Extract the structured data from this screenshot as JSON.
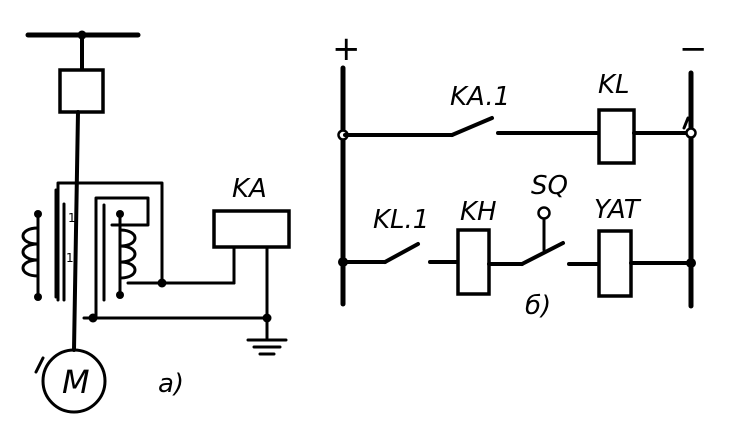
{
  "diagram_a": {
    "relay_label": "KA",
    "motor_label": "M",
    "caption": "a)",
    "winding_marks": [
      "1",
      "1"
    ]
  },
  "diagram_b": {
    "plus_sign": "+",
    "minus_sign": "−",
    "contact_ka1": "KA.1",
    "relay_kl": "KL",
    "contact_kl1": "KL.1",
    "relay_kh": "KH",
    "switch_sq": "SQ",
    "coil_yat": "YAT",
    "caption": "б)"
  }
}
